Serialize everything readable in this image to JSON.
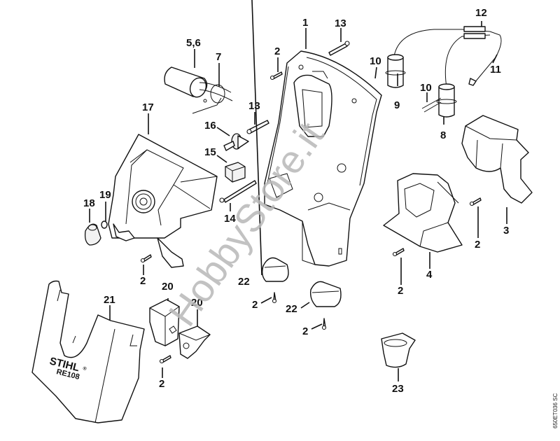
{
  "diagram": {
    "title": "STIHL RE 108 housing – exploded parts view",
    "brand_label": "STIHL",
    "brand_mark": "®",
    "model_label": "RE 108",
    "model_label_shown": "RE108",
    "watermark": "HobbyStore.it",
    "reference_code": "650ET036 SC",
    "callouts": [
      {
        "id": "c1",
        "label": "1",
        "part": "main housing shell"
      },
      {
        "id": "c2a",
        "label": "2",
        "part": "screw (upper left of housing)"
      },
      {
        "id": "c2b",
        "label": "2",
        "part": "screw (below motor cover)"
      },
      {
        "id": "c2c",
        "label": "2",
        "part": "screw (below clip 20)"
      },
      {
        "id": "c2d",
        "label": "2",
        "part": "screw (below foot 22)"
      },
      {
        "id": "c2e",
        "label": "2",
        "part": "screw (below second foot 22)"
      },
      {
        "id": "c2f",
        "label": "2",
        "part": "screw (below fan shroud 4)"
      },
      {
        "id": "c2g",
        "label": "2",
        "part": "screw (near duct 3)"
      },
      {
        "id": "c3",
        "label": "3",
        "part": "air duct"
      },
      {
        "id": "c4",
        "label": "4",
        "part": "fan shroud"
      },
      {
        "id": "c56",
        "label": "5,6",
        "part": "capacitor"
      },
      {
        "id": "c7",
        "label": "7",
        "part": "cable tie"
      },
      {
        "id": "c8",
        "label": "8",
        "part": "suppression filter"
      },
      {
        "id": "c9",
        "label": "9",
        "part": "suppression filter"
      },
      {
        "id": "c10a",
        "label": "10",
        "part": "cable tie"
      },
      {
        "id": "c10b",
        "label": "10",
        "part": "cable tie"
      },
      {
        "id": "c11",
        "label": "11",
        "part": "cable harness"
      },
      {
        "id": "c12",
        "label": "12",
        "part": "connector"
      },
      {
        "id": "c13a",
        "label": "13",
        "part": "long screw (top)"
      },
      {
        "id": "c13b",
        "label": "13",
        "part": "long screw (middle)"
      },
      {
        "id": "c14",
        "label": "14",
        "part": "long bolt"
      },
      {
        "id": "c15",
        "label": "15",
        "part": "switch"
      },
      {
        "id": "c16",
        "label": "16",
        "part": "rotary knob shaft"
      },
      {
        "id": "c17",
        "label": "17",
        "part": "motor cover"
      },
      {
        "id": "c18",
        "label": "18",
        "part": "knob"
      },
      {
        "id": "c19",
        "label": "19",
        "part": "ring"
      },
      {
        "id": "c20a",
        "label": "20",
        "part": "clip"
      },
      {
        "id": "c20b",
        "label": "20",
        "part": "clip"
      },
      {
        "id": "c21",
        "label": "21",
        "part": "front cover"
      },
      {
        "id": "c22a",
        "label": "22",
        "part": "foot"
      },
      {
        "id": "c22b",
        "label": "22",
        "part": "foot"
      },
      {
        "id": "c23",
        "label": "23",
        "part": "holder"
      }
    ]
  }
}
